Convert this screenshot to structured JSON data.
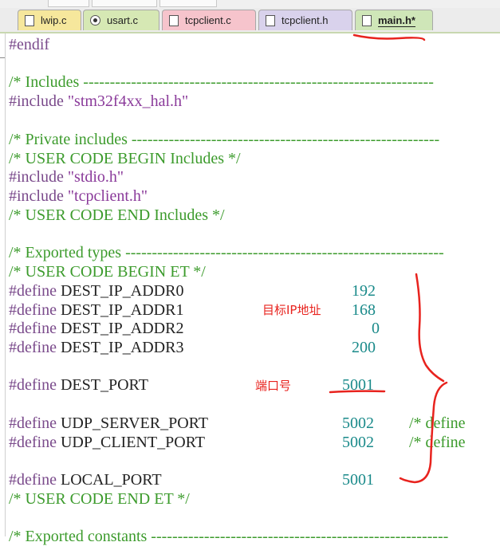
{
  "tabs": [
    {
      "label": "lwip.c",
      "color": "#f6e79c",
      "icon": "c-file-icon"
    },
    {
      "label": "usart.c",
      "color": "#d6e8b4",
      "icon": "gear-file-icon"
    },
    {
      "label": "tcpclient.c",
      "color": "#f6c4cc",
      "icon": "c-file-icon"
    },
    {
      "label": "tcpclient.h",
      "color": "#d9d2ec",
      "icon": "h-file-icon"
    },
    {
      "label": "main.h*",
      "color": "#cfe6b8",
      "icon": "h-file-icon",
      "active": true
    }
  ],
  "code": {
    "l1": "#endif",
    "l3": "/* Includes ------------------------------------------------------------------",
    "l4a": "#include ",
    "l4b": "\"stm32f4xx_hal.h\"",
    "l6": "/* Private includes ----------------------------------------------------------",
    "l7": "/* USER CODE BEGIN Includes */",
    "l8a": "#include ",
    "l8b": "\"stdio.h\"",
    "l9a": "#include ",
    "l9b": "\"tcpclient.h\"",
    "l10": "/* USER CODE END Includes */",
    "l12": "/* Exported types ------------------------------------------------------------",
    "l13": "/* USER CODE BEGIN ET */",
    "d_kw": "#define",
    "n1": "DEST_IP_ADDR0",
    "v1": "192",
    "n2": "DEST_IP_ADDR1",
    "v2": "168",
    "n3": "DEST_IP_ADDR2",
    "v3": "0",
    "n4": "DEST_IP_ADDR3",
    "v4": "200",
    "n5": "DEST_PORT",
    "v5": "5001",
    "n6": "UDP_SERVER_PORT",
    "v6": "5002",
    "c6": "/* define",
    "n7": "UDP_CLIENT_PORT",
    "v7": "5002",
    "c7": "/* define",
    "n8": "LOCAL_PORT",
    "v8": "5001",
    "l_end": "/* USER CODE END ET */",
    "l_last": "/* Exported constants --------------------------------------------------------"
  },
  "annotations": {
    "ip_label": "目标IP地址",
    "port_label": "端口号",
    "ink_color": "#e8231e"
  }
}
